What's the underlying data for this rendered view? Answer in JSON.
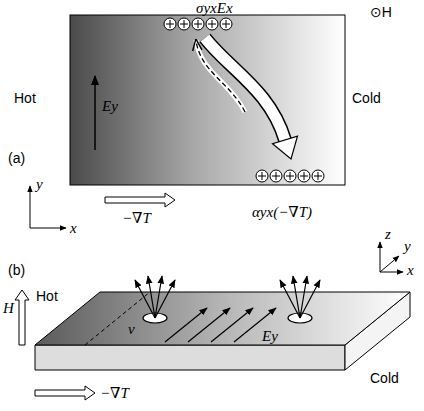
{
  "diagram": {
    "labels": [
      "σyxEx",
      "⊙H",
      "Hot",
      "Cold",
      "Ey",
      "(a)",
      "y",
      "x",
      "αyx(−∇T)",
      "−∇T",
      "(b)",
      "H",
      "Hot",
      "v",
      "Ey",
      "Cold",
      "z",
      "y",
      "x",
      "−∇T"
    ]
  }
}
